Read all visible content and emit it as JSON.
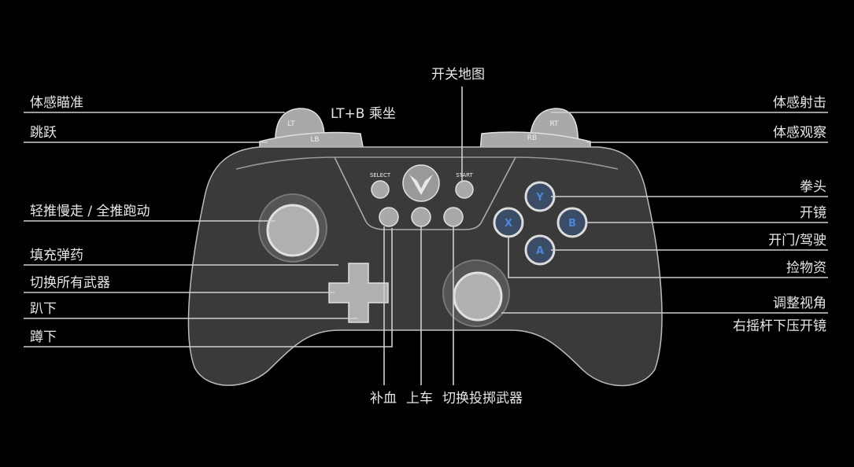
{
  "top": {
    "combo": "LT+B 乘坐",
    "map_toggle": "开关地图"
  },
  "controller": {
    "lt": "LT",
    "lb": "LB",
    "rt": "RT",
    "rb": "RB",
    "select": "SELECT",
    "start": "START",
    "y": "Y",
    "b": "B",
    "x": "X",
    "a": "A"
  },
  "left_labels": [
    "体感瞄准",
    "跳跃",
    "轻推慢走 / 全推跑动",
    "填充弹药",
    "切换所有武器",
    "趴下",
    "蹲下"
  ],
  "right_labels": [
    "体感射击",
    "体感观察",
    "拳头",
    "开镜",
    "开门/驾驶",
    "捡物资",
    "调整视角",
    "右摇杆下压开镜"
  ],
  "bottom_labels": [
    "补血",
    "上车",
    "切换投掷武器"
  ],
  "colors": {
    "background": "#000000",
    "body": "#3a3a3a",
    "face_letters": "#4d86d6"
  }
}
